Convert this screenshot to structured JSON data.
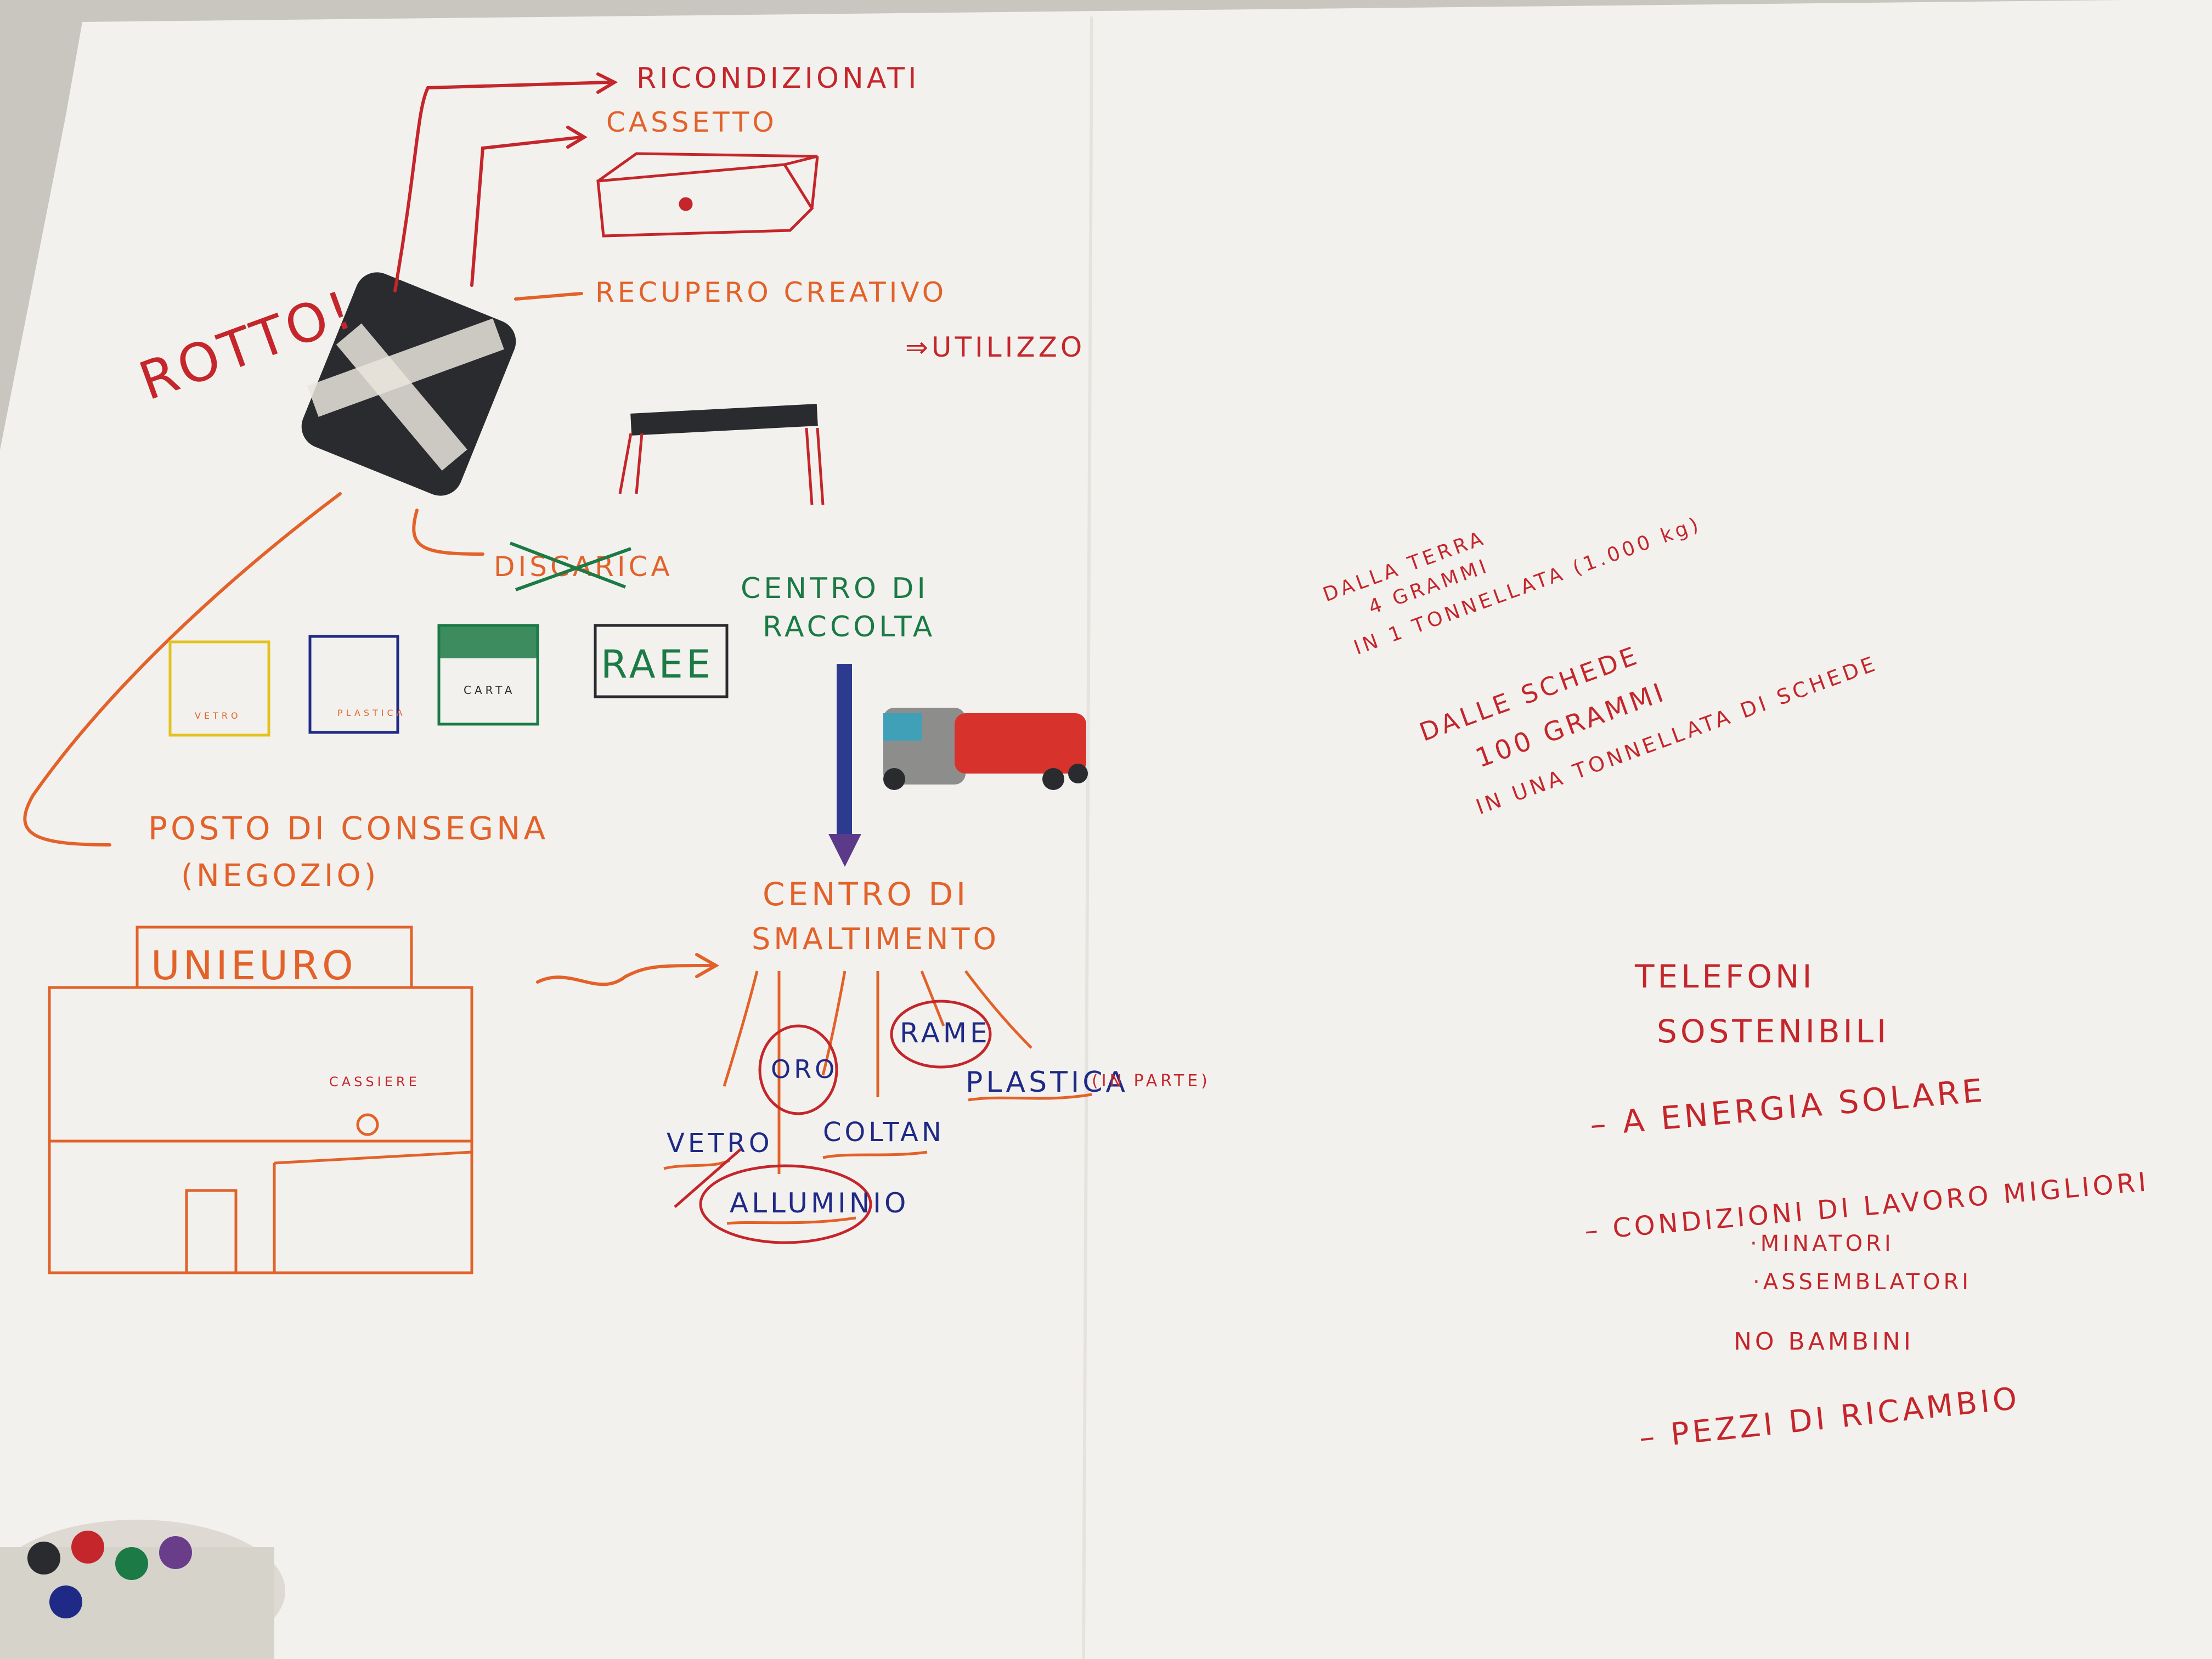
{
  "flow": {
    "ricondizionati": "RICONDIZIONATI",
    "cassetto": "CASSETTO",
    "recupero": "RECUPERO CREATIVO",
    "riutilizzo": "⇒UTILIZZO",
    "rotto": "ROTTO!",
    "discarica": "DISCARICA",
    "raee": "RAEE",
    "bin_vetro": "VETRO",
    "bin_plastica": "PLASTICA",
    "bin_carta": "CARTA",
    "centro_raccolta_1": "CENTRO DI",
    "centro_raccolta_2": "RACCOLTA",
    "posto_consegna": "POSTO DI CONSEGNA",
    "negozio": "(NEGOZIO)",
    "store_sign": "UNIEURO",
    "cassiere": "CASSIERE",
    "centro_smaltimento_1": "CENTRO DI",
    "centro_smaltimento_2": "SMALTIMENTO"
  },
  "materials": {
    "oro": "ORO",
    "rame": "RAME",
    "plastica": "PLASTICA",
    "in_parte": "(IN PARTE)",
    "vetro": "VETRO",
    "coltan": "COLTAN",
    "alluminio": "ALLUMINIO"
  },
  "notes": {
    "line1": "DALLA TERRA",
    "line2": "4 GRAMMI",
    "line3": "IN 1 TONNELLATA (1.000 kg)",
    "line4": "DALLE SCHEDE",
    "line5": "100 GRAMMI",
    "line6": "IN UNA TONNELLATA DI SCHEDE"
  },
  "sustainable": {
    "title1": "TELEFONI",
    "title2": "SOSTENIBILI",
    "item1": "– A ENERGIA SOLARE",
    "item2": "– CONDIZIONI DI LAVORO MIGLIORI",
    "sub1": "·MINATORI",
    "sub2": "·ASSEMBLATORI",
    "sub3": "NO BAMBINI",
    "item3": "– PEZZI DI RICAMBIO"
  },
  "colors": {
    "orange": "#e2622a",
    "red": "#c4262b",
    "green": "#1b7a45",
    "blue": "#1f2a86",
    "paper": "#f3f1ee"
  }
}
